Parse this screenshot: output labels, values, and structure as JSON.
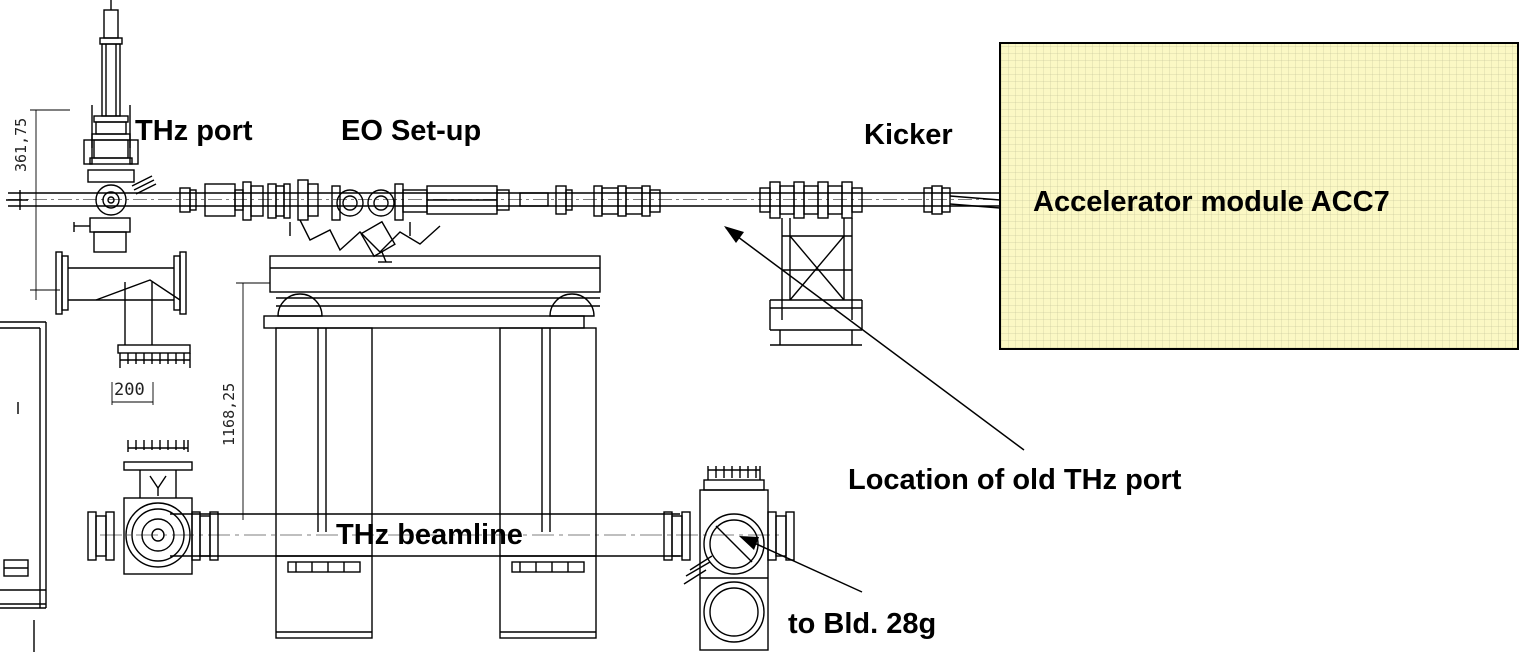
{
  "labels": {
    "thz_port": "THz port",
    "eo_setup": "EO Set-up",
    "kicker": "Kicker",
    "accelerator_module": "Accelerator module ACC7",
    "old_thz_port": "Location of old THz port",
    "thz_beamline": "THz beamline",
    "to_bld": "to Bld. 28g"
  },
  "dimensions": {
    "d1": "361,75",
    "d2": "1168,25",
    "d3": "200"
  },
  "colors": {
    "accelerator_box_fill": "#fbf8c4",
    "line": "#000000"
  }
}
